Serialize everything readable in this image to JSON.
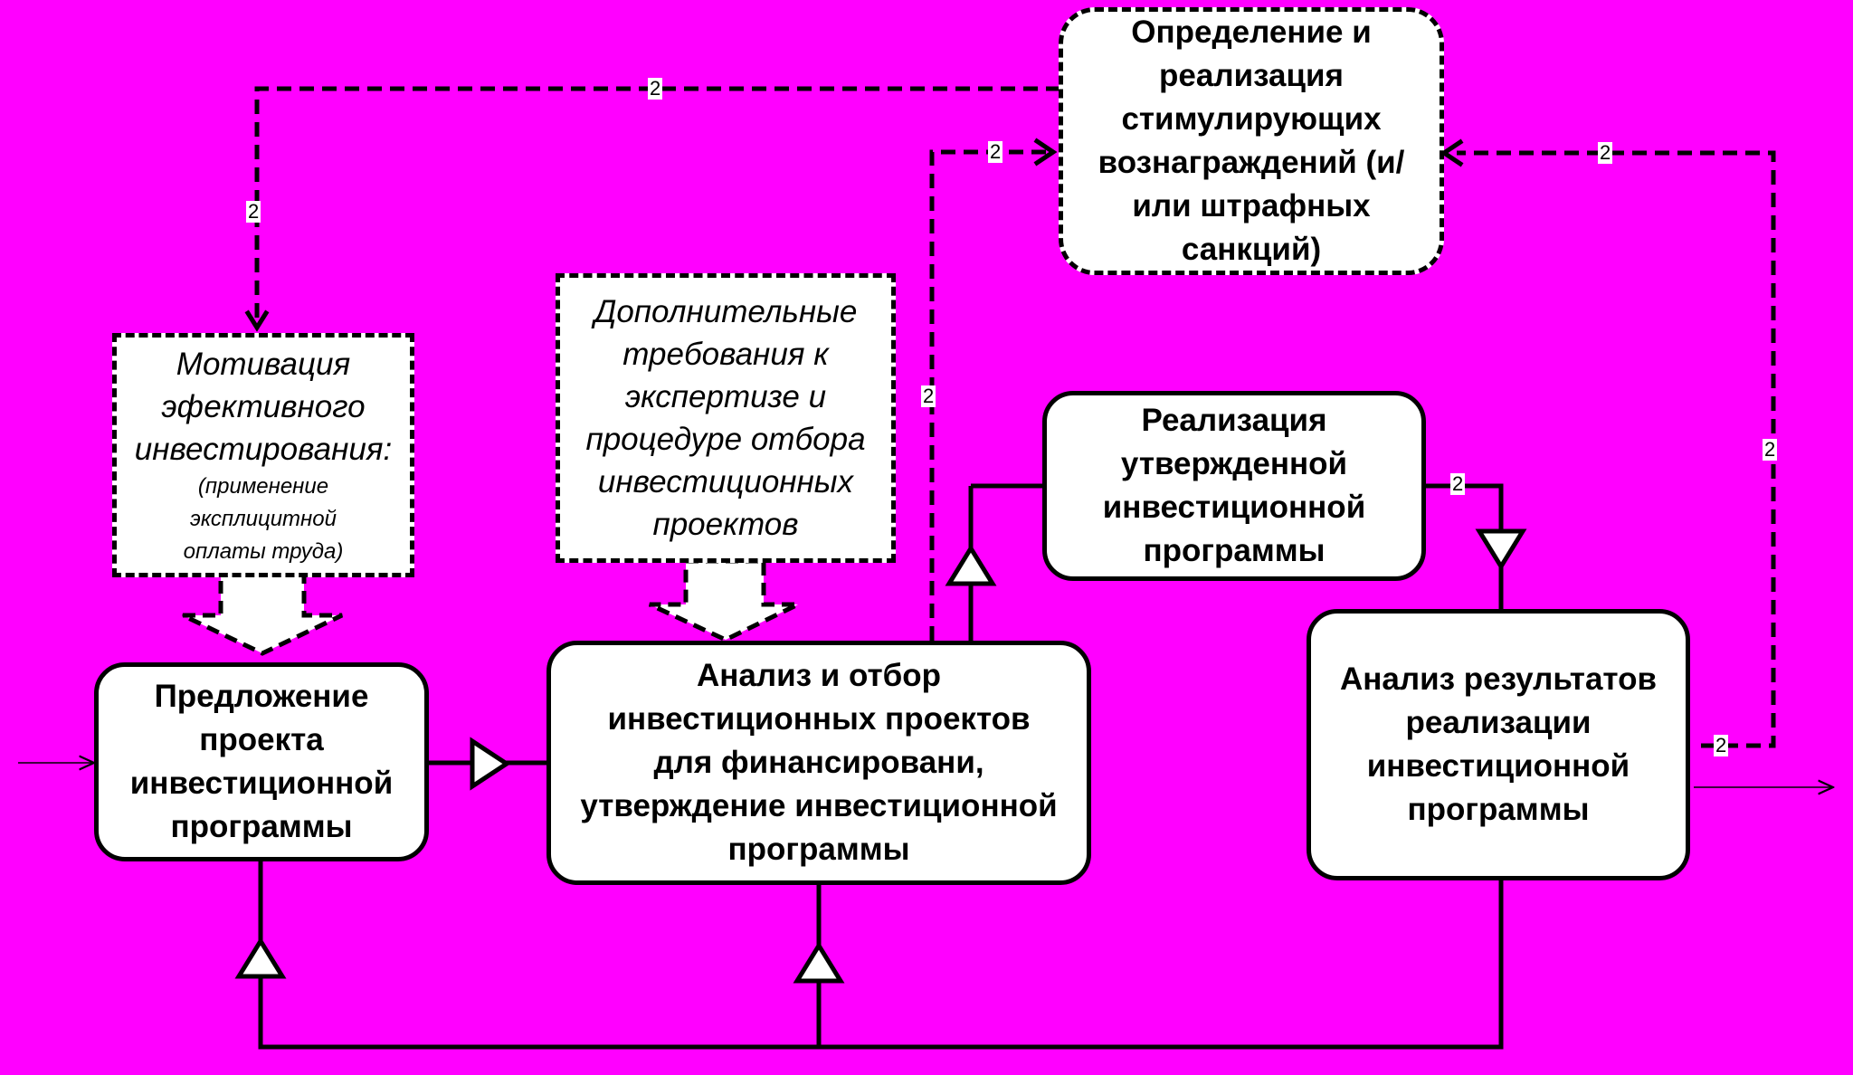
{
  "diagram": {
    "boxes": {
      "proposal": "Предложение\nпроекта\nинвестиционной\nпрограммы",
      "analysis": "Анализ и отбор\nинвестиционных проектов\nдля финансировани,\nутверждение инвестиционной\nпрограммы",
      "implementation": "Реализация\nутвержденной\nинвестиционной\nпрограммы",
      "results": "Анализ результатов\nреализации\nинвестиционной\nпрограммы",
      "rewards": "Определение и\nреализация\nстимулирующих\nвознаграждений (и/\nили штрафных\nсанкций)",
      "motivation_main": "Мотивация\nэфективного\nинвестирования:",
      "motivation_sub": "(применение\nэксплицитной\nоплаты труда)",
      "requirements": "Дополнительные\nтребования к\nэкспертизе и\nпроцедуре отбора\nинвестиционных\nпроектов"
    },
    "edge_labels": [
      "2",
      "2",
      "2",
      "2",
      "2",
      "2",
      "2",
      "2"
    ]
  },
  "colors": {
    "background": "#FF00FF",
    "box_fill": "#FFFFFF",
    "stroke": "#000000"
  }
}
